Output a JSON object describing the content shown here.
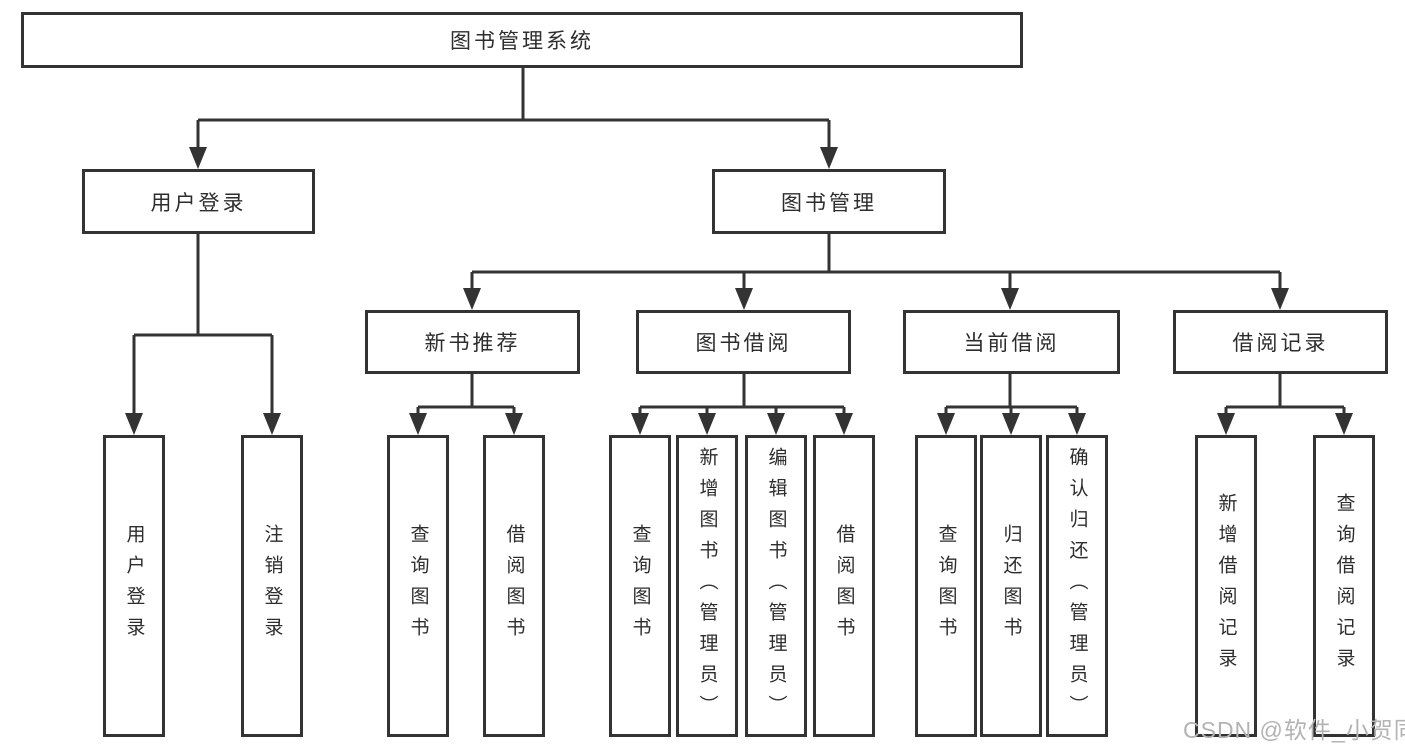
{
  "diagram_type": "hierarchy-tree",
  "tree": {
    "label": "图书管理系统",
    "children": [
      {
        "label": "用户登录",
        "children": [
          {
            "label": "用户登录"
          },
          {
            "label": "注销登录"
          }
        ]
      },
      {
        "label": "图书管理",
        "children": [
          {
            "label": "新书推荐",
            "children": [
              {
                "label": "查询图书"
              },
              {
                "label": "借阅图书"
              }
            ]
          },
          {
            "label": "图书借阅",
            "children": [
              {
                "label": "查询图书"
              },
              {
                "label": "新增图书（管理员）"
              },
              {
                "label": "编辑图书（管理员）"
              },
              {
                "label": "借阅图书"
              }
            ]
          },
          {
            "label": "当前借阅",
            "children": [
              {
                "label": "查询图书"
              },
              {
                "label": "归还图书"
              },
              {
                "label": "确认归还（管理员）"
              }
            ]
          },
          {
            "label": "借阅记录",
            "children": [
              {
                "label": "新增借阅记录"
              },
              {
                "label": "查询借阅记录"
              }
            ]
          }
        ]
      }
    ]
  },
  "watermark": "CSDN @软件_小贺同学",
  "colors": {
    "line": "#333333",
    "box_border": "#333333",
    "text": "#2d2d2d",
    "watermark": "#b3b3b3",
    "background": "#ffffff"
  }
}
